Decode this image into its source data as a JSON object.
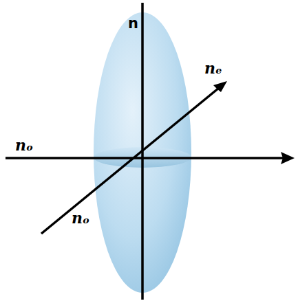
{
  "diagram": {
    "labels": [
      "n",
      "nₑ",
      "nₒ",
      "nₒ"
    ]
  }
}
